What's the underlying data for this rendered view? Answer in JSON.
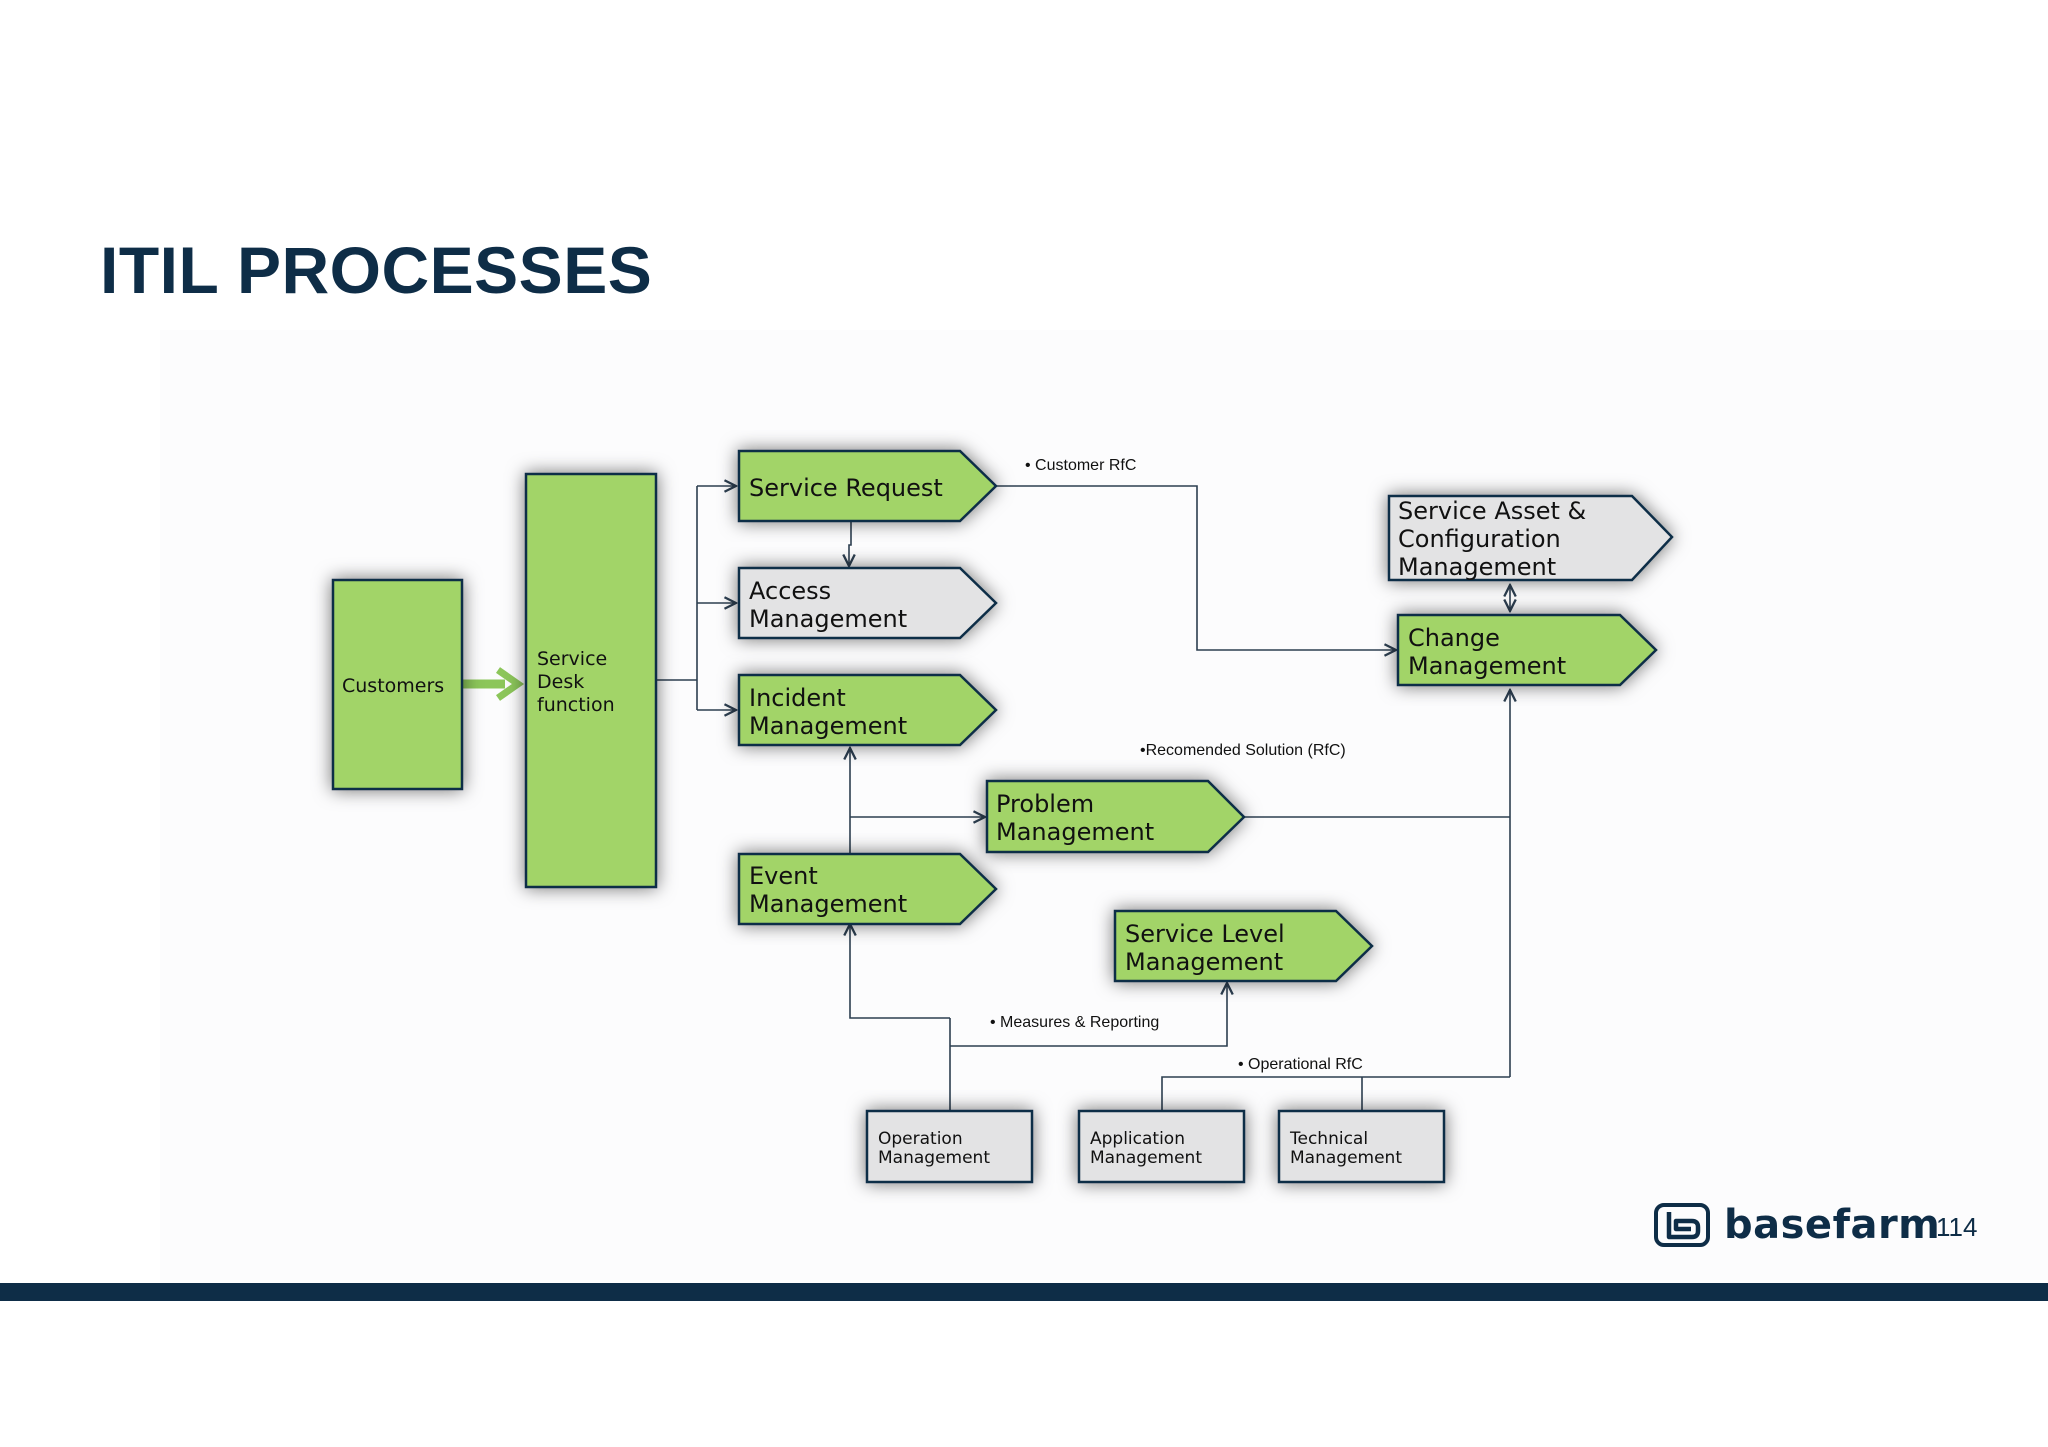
{
  "slide": {
    "title": "ITIL PROCESSES",
    "page_number": "114",
    "logo_text": "basefarm"
  },
  "colors": {
    "green": "#a2d468",
    "grey": "#e3e3e4",
    "navy": "#0e2d47",
    "arrow": "#2c3e50",
    "light_arrow": "#8cc65a"
  },
  "diagram": {
    "boxes": {
      "customers": {
        "lines": [
          "Customers"
        ]
      },
      "service_desk": {
        "lines": [
          "Service",
          "Desk",
          "function"
        ]
      },
      "service_request": {
        "lines": [
          "Service Request"
        ]
      },
      "access_mgmt": {
        "lines": [
          "Access",
          "Management"
        ]
      },
      "incident_mgmt": {
        "lines": [
          "Incident",
          "Management"
        ]
      },
      "problem_mgmt": {
        "lines": [
          "Problem",
          "Management"
        ]
      },
      "event_mgmt": {
        "lines": [
          "Event",
          "Management"
        ]
      },
      "service_level_mgmt": {
        "lines": [
          "Service Level",
          "Management"
        ]
      },
      "sacm": {
        "lines": [
          "Service Asset &",
          "Configuration",
          "Management"
        ]
      },
      "change_mgmt": {
        "lines": [
          "Change",
          "Management"
        ]
      },
      "operation_mgmt": {
        "lines": [
          "Operation",
          "Management"
        ]
      },
      "application_mgmt": {
        "lines": [
          "Application",
          "Management"
        ]
      },
      "technical_mgmt": {
        "lines": [
          "Technical",
          "Management"
        ]
      }
    },
    "notes": {
      "customer_rfc": "• Customer RfC",
      "recommended_solution": "•Recomended Solution (RfC)",
      "measures_reporting": "• Measures & Reporting",
      "operational_rfc": "• Operational RfC"
    }
  }
}
